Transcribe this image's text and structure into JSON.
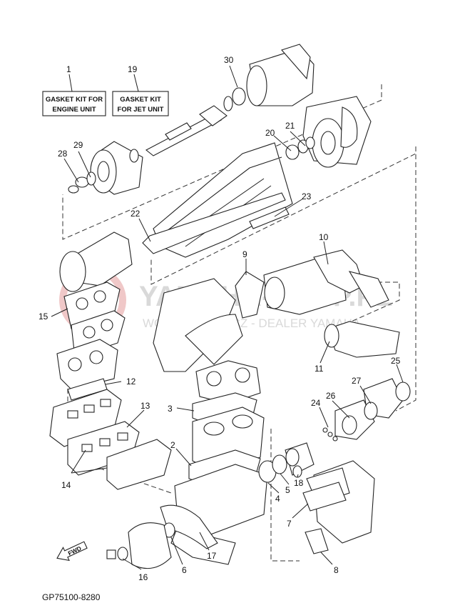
{
  "watermark": {
    "line1": "YAMAHA-SHOP.PL",
    "line2": "WOJCIECHOWICZ - DEALER YAMAHA"
  },
  "boxes": [
    {
      "num": "1",
      "line1": "GASKET KIT FOR",
      "line2": "ENGINE UNIT"
    },
    {
      "num": "19",
      "line1": "GASKET KIT",
      "line2": "FOR JET UNIT"
    }
  ],
  "callouts": [
    "30",
    "29",
    "28",
    "21",
    "20",
    "23",
    "22",
    "10",
    "9",
    "15",
    "11",
    "25",
    "27",
    "26",
    "12",
    "24",
    "3",
    "13",
    "2",
    "18",
    "5",
    "4",
    "14",
    "7",
    "17",
    "6",
    "8",
    "16"
  ],
  "fwd_label": "FWD",
  "drawing_code": "GP75100-8280"
}
